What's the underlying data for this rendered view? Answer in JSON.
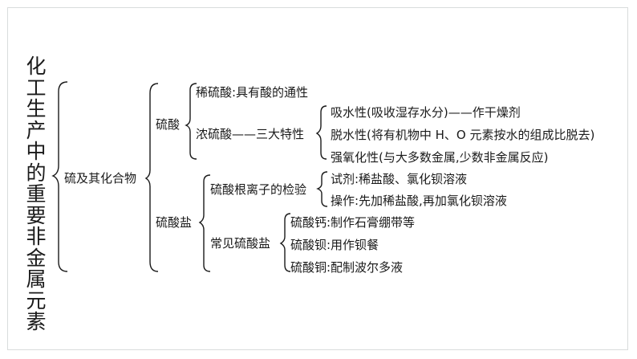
{
  "title": "化工生产中的重要非金属元素",
  "root": "硫及其化合物",
  "branches": {
    "sulfuric_acid": {
      "label": "硫酸",
      "dilute": "稀硫酸:具有酸的通性",
      "concentrated": "浓硫酸——三大特性",
      "properties": [
        "吸水性(吸收湿存水分)——作干燥剂",
        "脱水性(将有机物中 H、O 元素按水的组成比脱去)",
        "强氧化性(与大多数金属,少数非金属反应)"
      ]
    },
    "sulfate": {
      "label": "硫酸盐",
      "ion_test": "硫酸根离子的检验",
      "ion_test_steps": [
        "试剂:稀盐酸、氯化钡溶液",
        "操作:先加稀盐酸,再加氯化钡溶液"
      ],
      "common": "常见硫酸盐",
      "common_items": [
        "硫酸钙:制作石膏绷带等",
        "硫酸钡:用作钡餐",
        "硫酸铜:配制波尔多液"
      ]
    }
  }
}
